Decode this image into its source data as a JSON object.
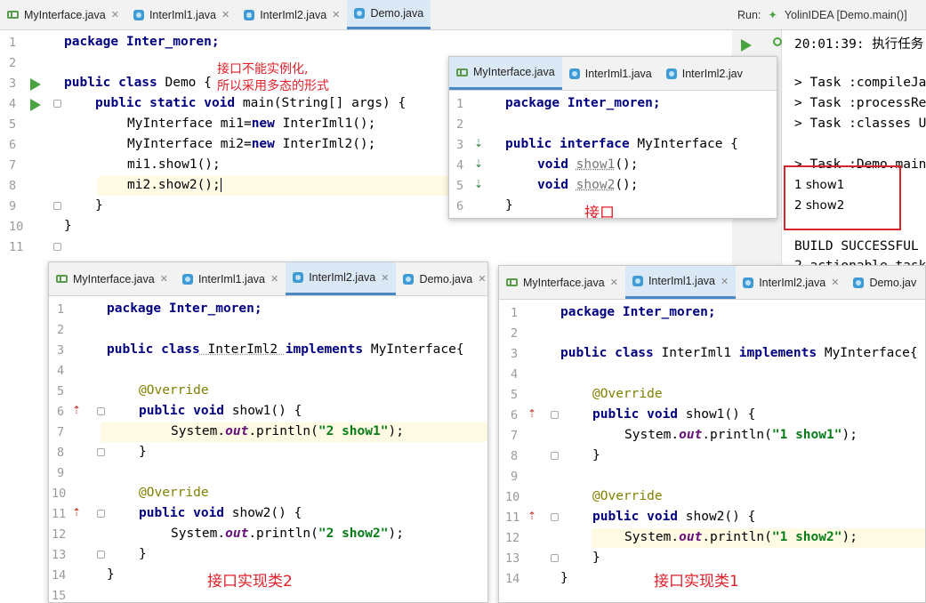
{
  "main_tabs": [
    "MyInterface.java",
    "InterIml1.java",
    "InterIml2.java",
    "Demo.java"
  ],
  "main_active_tab": "Demo.java",
  "run": {
    "label": "Run:",
    "config": "YolinIDEA [Demo.main()]",
    "lines": [
      "20:01:39: 执行任务",
      "",
      "> Task :compileJa",
      "> Task :processRe",
      "> Task :classes U",
      "",
      "> Task :Demo.main",
      "1 show1",
      "2 show2",
      "",
      "BUILD SUCCESSFUL ",
      "2 actionable task"
    ]
  },
  "demo": {
    "line_numbers": [
      "1",
      "2",
      "3",
      "4",
      "5",
      "6",
      "7",
      "8",
      "9",
      "10",
      "11"
    ],
    "line1": "package Inter_moren;",
    "line3_kw": "public class",
    "line3_rest": " Demo {",
    "line4_kw": "public static void",
    "line4_rest": " main(String[] args) {",
    "line5_a": "MyInterface mi1=",
    "line5_kw": "new",
    "line5_b": " InterIml1();",
    "line6_a": "MyInterface mi2=",
    "line6_kw": "new",
    "line6_b": " InterIml2();",
    "line7": "mi1.show1();",
    "line8": "mi2.show2();",
    "line9": "}",
    "line10": "}",
    "note_line1": "接口不能实例化,",
    "note_line2": "所以采用多态的形式"
  },
  "iface_panel": {
    "tabs": [
      "MyInterface.java",
      "InterIml1.java",
      "InterIml2.jav"
    ],
    "line_numbers": [
      "1",
      "2",
      "3",
      "4",
      "5",
      "6"
    ],
    "line1": "package Inter_moren;",
    "line3_kw": "public interface",
    "line3_rest": " MyInterface {",
    "line4_kw": "void",
    "line4_rest": "show1",
    "line4_end": "();",
    "line5_kw": "void",
    "line5_rest": "show2",
    "line5_end": "();",
    "line6": "}",
    "caption": "接口"
  },
  "impl2_panel": {
    "tabs": [
      "MyInterface.java",
      "InterIml1.java",
      "InterIml2.java",
      "Demo.java"
    ],
    "line_numbers": [
      "1",
      "2",
      "3",
      "4",
      "5",
      "6",
      "7",
      "8",
      "9",
      "10",
      "11",
      "12",
      "13",
      "14",
      "15"
    ],
    "line1": "package Inter_moren;",
    "line3_kw": "public class",
    "line3_mid": " InterIml2 ",
    "line3_kw2": "implements",
    "line3_rest": " MyInterface{",
    "override": "@Override",
    "m1_kw": "public void",
    "m1_rest": " show1() {",
    "p1_a": "System.",
    "p1_out": "out",
    "p1_b": ".println(",
    "p1_str": "\"2 show1\"",
    "p1_end": ");",
    "m2_kw": "public void",
    "m2_rest": " show2() {",
    "p2_str": "\"2 show2\"",
    "close": "}",
    "caption": "接口实现类2"
  },
  "impl1_panel": {
    "tabs": [
      "MyInterface.java",
      "InterIml1.java",
      "InterIml2.java",
      "Demo.jav"
    ],
    "line_numbers": [
      "1",
      "2",
      "3",
      "4",
      "5",
      "6",
      "7",
      "8",
      "9",
      "10",
      "11",
      "12",
      "13",
      "14"
    ],
    "line1": "package Inter_moren;",
    "line3_kw": "public class",
    "line3_mid": " InterIml1 ",
    "line3_kw2": "implements",
    "line3_rest": " MyInterface{",
    "override": "@Override",
    "m1_kw": "public void",
    "m1_rest": " show1() {",
    "p1_a": "System.",
    "p1_out": "out",
    "p1_b": ".println(",
    "p1_str": "\"1 show1\"",
    "p1_end": ");",
    "m2_kw": "public void",
    "m2_rest": " show2() {",
    "p2_str": "\"1 show2\"",
    "close": "}",
    "caption": "接口实现类1"
  }
}
